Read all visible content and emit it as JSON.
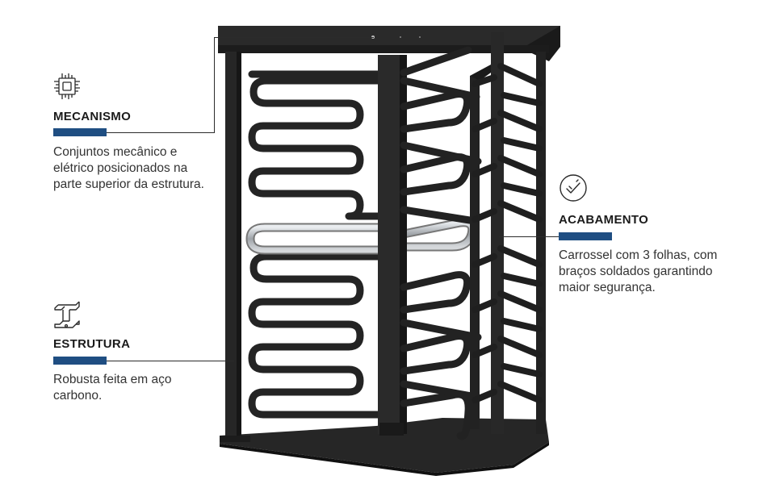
{
  "colors": {
    "accent_bar": "#1f4e82",
    "heading": "#1b1b1b",
    "body_text": "#333333",
    "product_metal": "#222222",
    "highlight_arm": "#b8bcc0"
  },
  "features": {
    "mecanismo": {
      "icon": "chip-icon",
      "title": "MECANISMO",
      "text": "Conjuntos mecânico e elétrico posicionados na parte superior da estrutura."
    },
    "estrutura": {
      "icon": "steel-beam-icon",
      "title": "ESTRUTURA",
      "text": "Robusta feita em aço carbono."
    },
    "acabamento": {
      "icon": "check-badge-icon",
      "title": "ACABAMENTO",
      "text": "Carrossel com 3 folhas, com braços soldados garantindo maior segurança."
    }
  }
}
